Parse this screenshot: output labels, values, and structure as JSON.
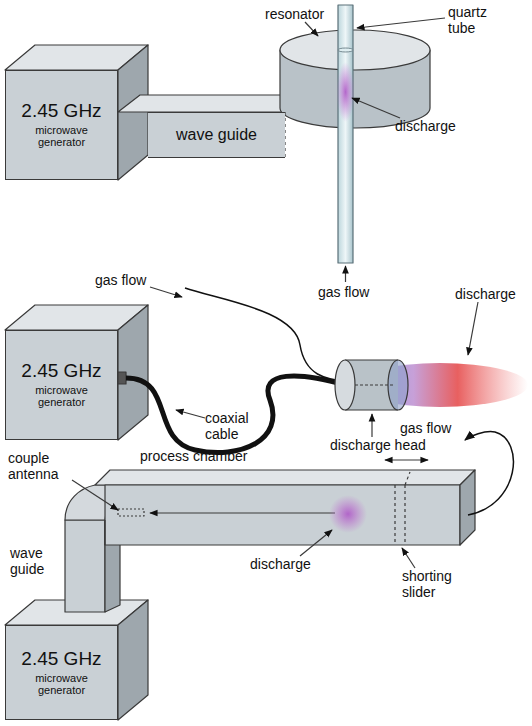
{
  "diagram": {
    "nodes": [
      {
        "text": [
          "2.45 GHz",
          "microwave generator"
        ]
      },
      {
        "text": [
          "wave guide"
        ]
      },
      {
        "text": [
          "2.45 GHz",
          "microwave generator"
        ]
      },
      {
        "text": [
          "2.45 GHz",
          "microwave generator"
        ]
      }
    ],
    "labels": [
      "resonator",
      "quartz tube",
      "discharge",
      "gas flow",
      "gas flow",
      "discharge",
      "coaxial cable",
      "discharge head",
      "couple antenna",
      "process chamber",
      "gas flow",
      "wave guide",
      "discharge",
      "shorting slider"
    ]
  }
}
